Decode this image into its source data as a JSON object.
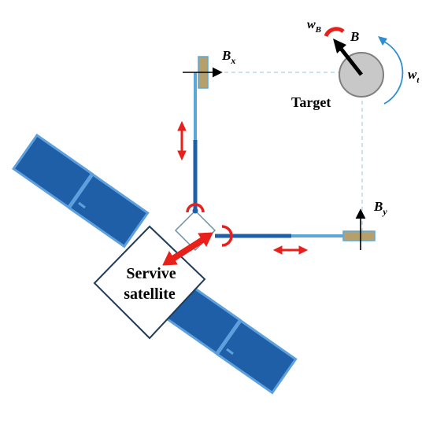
{
  "labels": {
    "bx_main": "B",
    "bx_sub": "x",
    "by_main": "B",
    "by_sub": "y",
    "b_vector": "B",
    "wb_main": "w",
    "wb_sub": "B",
    "wt_main": "w",
    "wt_sub": "t",
    "target": "Target",
    "servicer_line1": "Servive",
    "servicer_line2": "satellite"
  },
  "colors": {
    "panel_fill": "#1f5fa8",
    "panel_edge": "#5ea0dd",
    "arm_light": "#5aa7dc",
    "arm_dark": "#1f5fa8",
    "red_marker": "#e8201c",
    "target_fill": "#c8c8c8",
    "box_edge": "#1f3b55",
    "sensor_fill": "#b59f6b",
    "dashed": "#a9cfe6",
    "curved_arrow": "#2d8ed0"
  }
}
